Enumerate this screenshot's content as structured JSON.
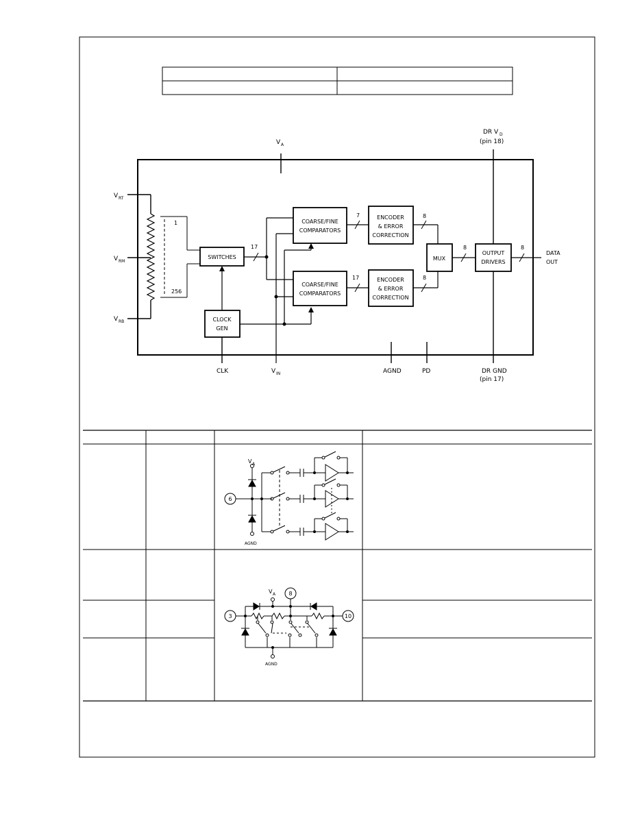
{
  "block_diagram": {
    "pins": {
      "va": "V",
      "va_sub": "A",
      "drvd": "DR V",
      "drvd_sub": "D",
      "drvd_pin": "(pin 18)",
      "vrt": "V",
      "vrt_sub": "RT",
      "vrm": "V",
      "vrm_sub": "RM",
      "vrb": "V",
      "vrb_sub": "RB",
      "clk": "CLK",
      "vin": "V",
      "vin_sub": "IN",
      "agnd": "AGND",
      "pd": "PD",
      "drgnd": "DR GND",
      "drgnd_pin": "(pin 17)",
      "data_out_1": "DATA",
      "data_out_2": "OUT"
    },
    "ladder": {
      "top": "1",
      "bottom": "256"
    },
    "blocks": {
      "switches": "SWITCHES",
      "clock_1": "CLOCK",
      "clock_2": "GEN",
      "comp_1": "COARSE/FINE",
      "comp_2": "COMPARATORS",
      "enc_1": "ENCODER",
      "enc_2": "& ERROR",
      "enc_3": "CORRECTION",
      "mux": "MUX",
      "out_1": "OUTPUT",
      "out_2": "DRIVERS"
    },
    "bus_widths": {
      "sw_out": "17",
      "comp_top": "7",
      "comp_bot": "17",
      "enc_top": "8",
      "enc_bot": "8",
      "mux_out": "8",
      "out": "8"
    }
  },
  "schematics": {
    "s1": {
      "pin": "6",
      "va": "V",
      "va_sub": "A",
      "gnd": "AGND"
    },
    "s2": {
      "pin_left": "3",
      "pin_mid": "8",
      "pin_right": "10",
      "va": "V",
      "va_sub": "A",
      "gnd": "AGND"
    }
  }
}
